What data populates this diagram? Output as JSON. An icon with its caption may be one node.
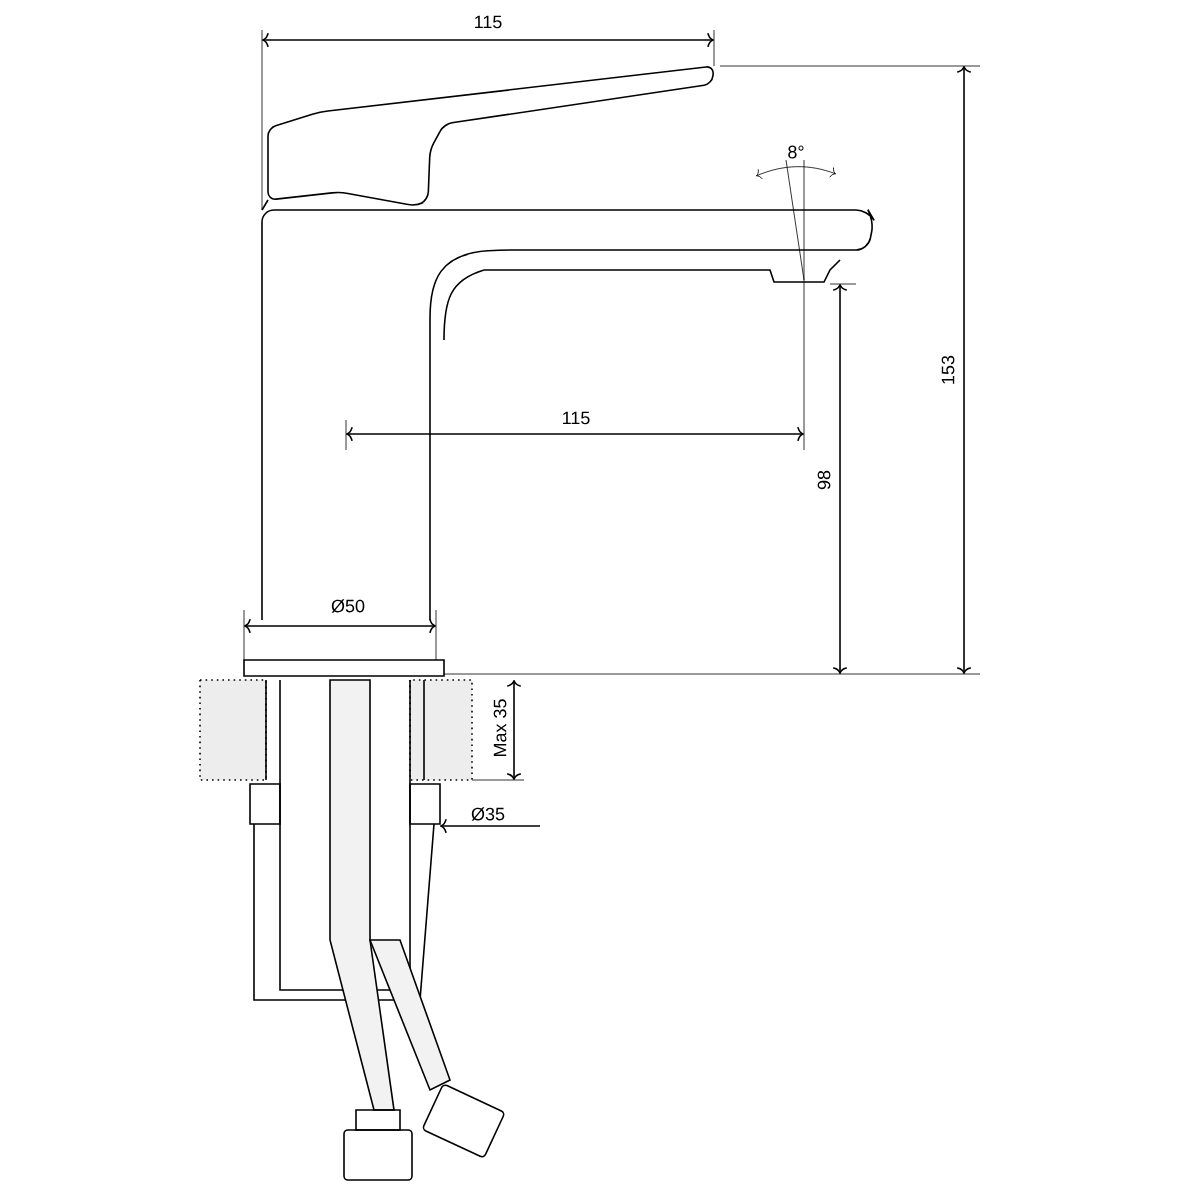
{
  "diagram": {
    "labels": [
      "115",
      "8°",
      "115",
      "153",
      "98",
      "Ø50",
      "Max 35",
      "Ø35"
    ]
  }
}
